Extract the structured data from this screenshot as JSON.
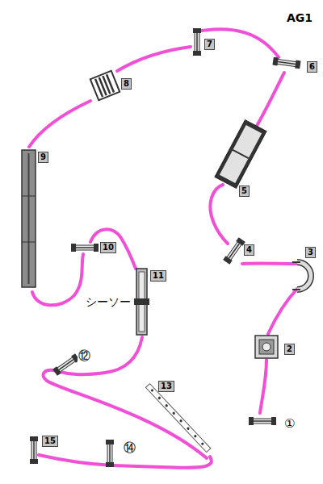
{
  "diagram": {
    "title": "AG1",
    "labels": [
      "①",
      "2",
      "3",
      "4",
      "5",
      "6",
      "7",
      "8",
      "9",
      "10",
      "11",
      "シーソー",
      "⑫",
      "13",
      "⑭",
      "15"
    ]
  }
}
